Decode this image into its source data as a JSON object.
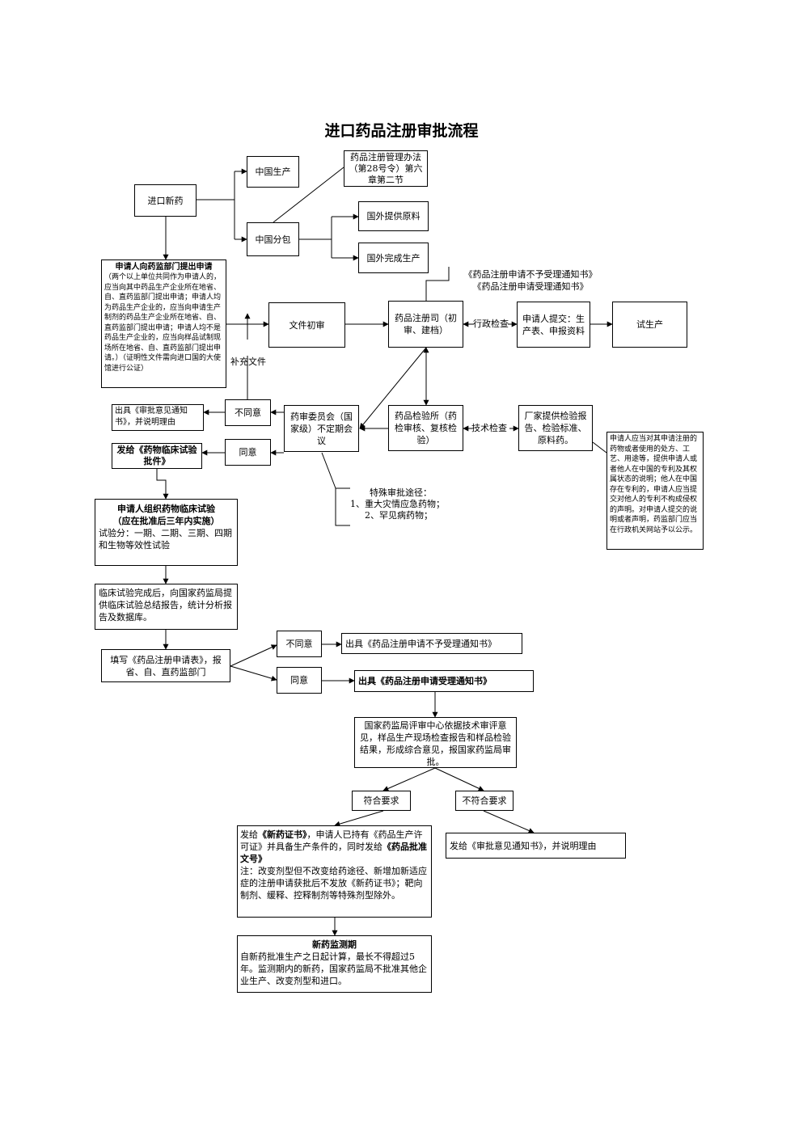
{
  "title": "进口药品注册审批流程",
  "nodes": {
    "import_new_drug": "进口新药",
    "china_production": "中国生产",
    "regulation_note": "药品注册管理办法（第28号令）第六章第二节",
    "china_subpackage": "中国分包",
    "foreign_raw": "国外提供原料",
    "foreign_complete": "国外完成生产",
    "application_title": "申请人向药监部门提出申请",
    "application_body": "（两个以上单位共同作为申请人的，应当向其中药品生产企业所在地省、自、直药监部门提出申请；申请人均为药品生产企业的，应当向申请生产制剂的药品生产企业所在地省、自、直药监部门提出申请；申请人均不是药品生产企业的，应当向样品试制现场所在地省、自、直药监部门提出申请。）（证明性文件需向进口国的大使馆进行公证）",
    "notice_line1": "《药品注册申请不予受理通知书》",
    "notice_line2": "《药品注册申请受理通知书》",
    "initial_review": "文件初审",
    "registration_dept": "药品注册司（初审、建档）",
    "admin_inspection": "行政检查",
    "applicant_submit": "申请人提交：生产表、申报资料",
    "trial_production": "试生产",
    "supplement_docs": "补充文件",
    "disagree_1": "不同意",
    "approval_notice_reason": "出具《审批意见通知书》，并说明理由",
    "committee": "药审委员会（国家级）不定期会议",
    "inspection_institute": "药品检验所（药检审核、复核检验）",
    "tech_inspection": "技术检查",
    "manufacturer_provide": "厂家提供检验报告、检验标准、原料药。",
    "patent_note": "申请人应当对其申请注册的药物或者使用的处方、工艺、用途等，提供申请人或者他人在中国的专利及其权属状态的说明；他人在中国存在专利的，申请人应当提交对他人的专利不构成侵权的声明。对申请人提交的说明或者声明，药监部门应当在行政机关网站予以公示。",
    "agree_1": "同意",
    "clinical_approval": "发给《药物临床试验批件》",
    "special_title": "特殊审批途径：",
    "special_1": "1、重大灾情应急药物；",
    "special_2": "2、罕见病药物；",
    "clinical_trial_title": "申请人组织药物临床试验",
    "clinical_trial_sub": "（应在批准后三年内实施）",
    "clinical_trial_body": "试验分：一期、二期、三期、四期和生物等效性试验",
    "clinical_complete": "临床试验完成后，向国家药监局提供临床试验总结报告，统计分析报告及数据库。",
    "fill_form": "填写《药品注册申请表》，报省、自、直药监部门",
    "disagree_2": "不同意",
    "not_accept_notice": "出具《药品注册申请不予受理通知书》",
    "agree_2": "同意",
    "accept_notice": "出具《药品注册申请受理通知书》",
    "evaluation": "国家药监局评审中心依据技术审评意见，样品生产现场检查报告和样品检验结果，形成综合意见，报国家药监局审批。",
    "meets": "符合要求",
    "not_meets": "不符合要求",
    "cert_part1": "发给",
    "cert_part2": "《新药证书》",
    "cert_part3": "，申请人已持有《药品生产许可证》并具备生产条件的，同时发给",
    "cert_part4": "《药品批准文号》",
    "cert_note": "注：改变剂型但不改变给药途径、新增加新适应症的注册申请获批后不发放《新药证书》；靶向制剂、缓释、控释制剂等特殊剂型除外。",
    "rejection_notice": "发给《审批意见通知书》，并说明理由",
    "monitoring_title": "新药监测期",
    "monitoring_body": "自新药批准生产之日起计算，最长不得超过5年。监测期内的新药，国家药监局不批准其他企业生产、改变剂型和进口。"
  }
}
